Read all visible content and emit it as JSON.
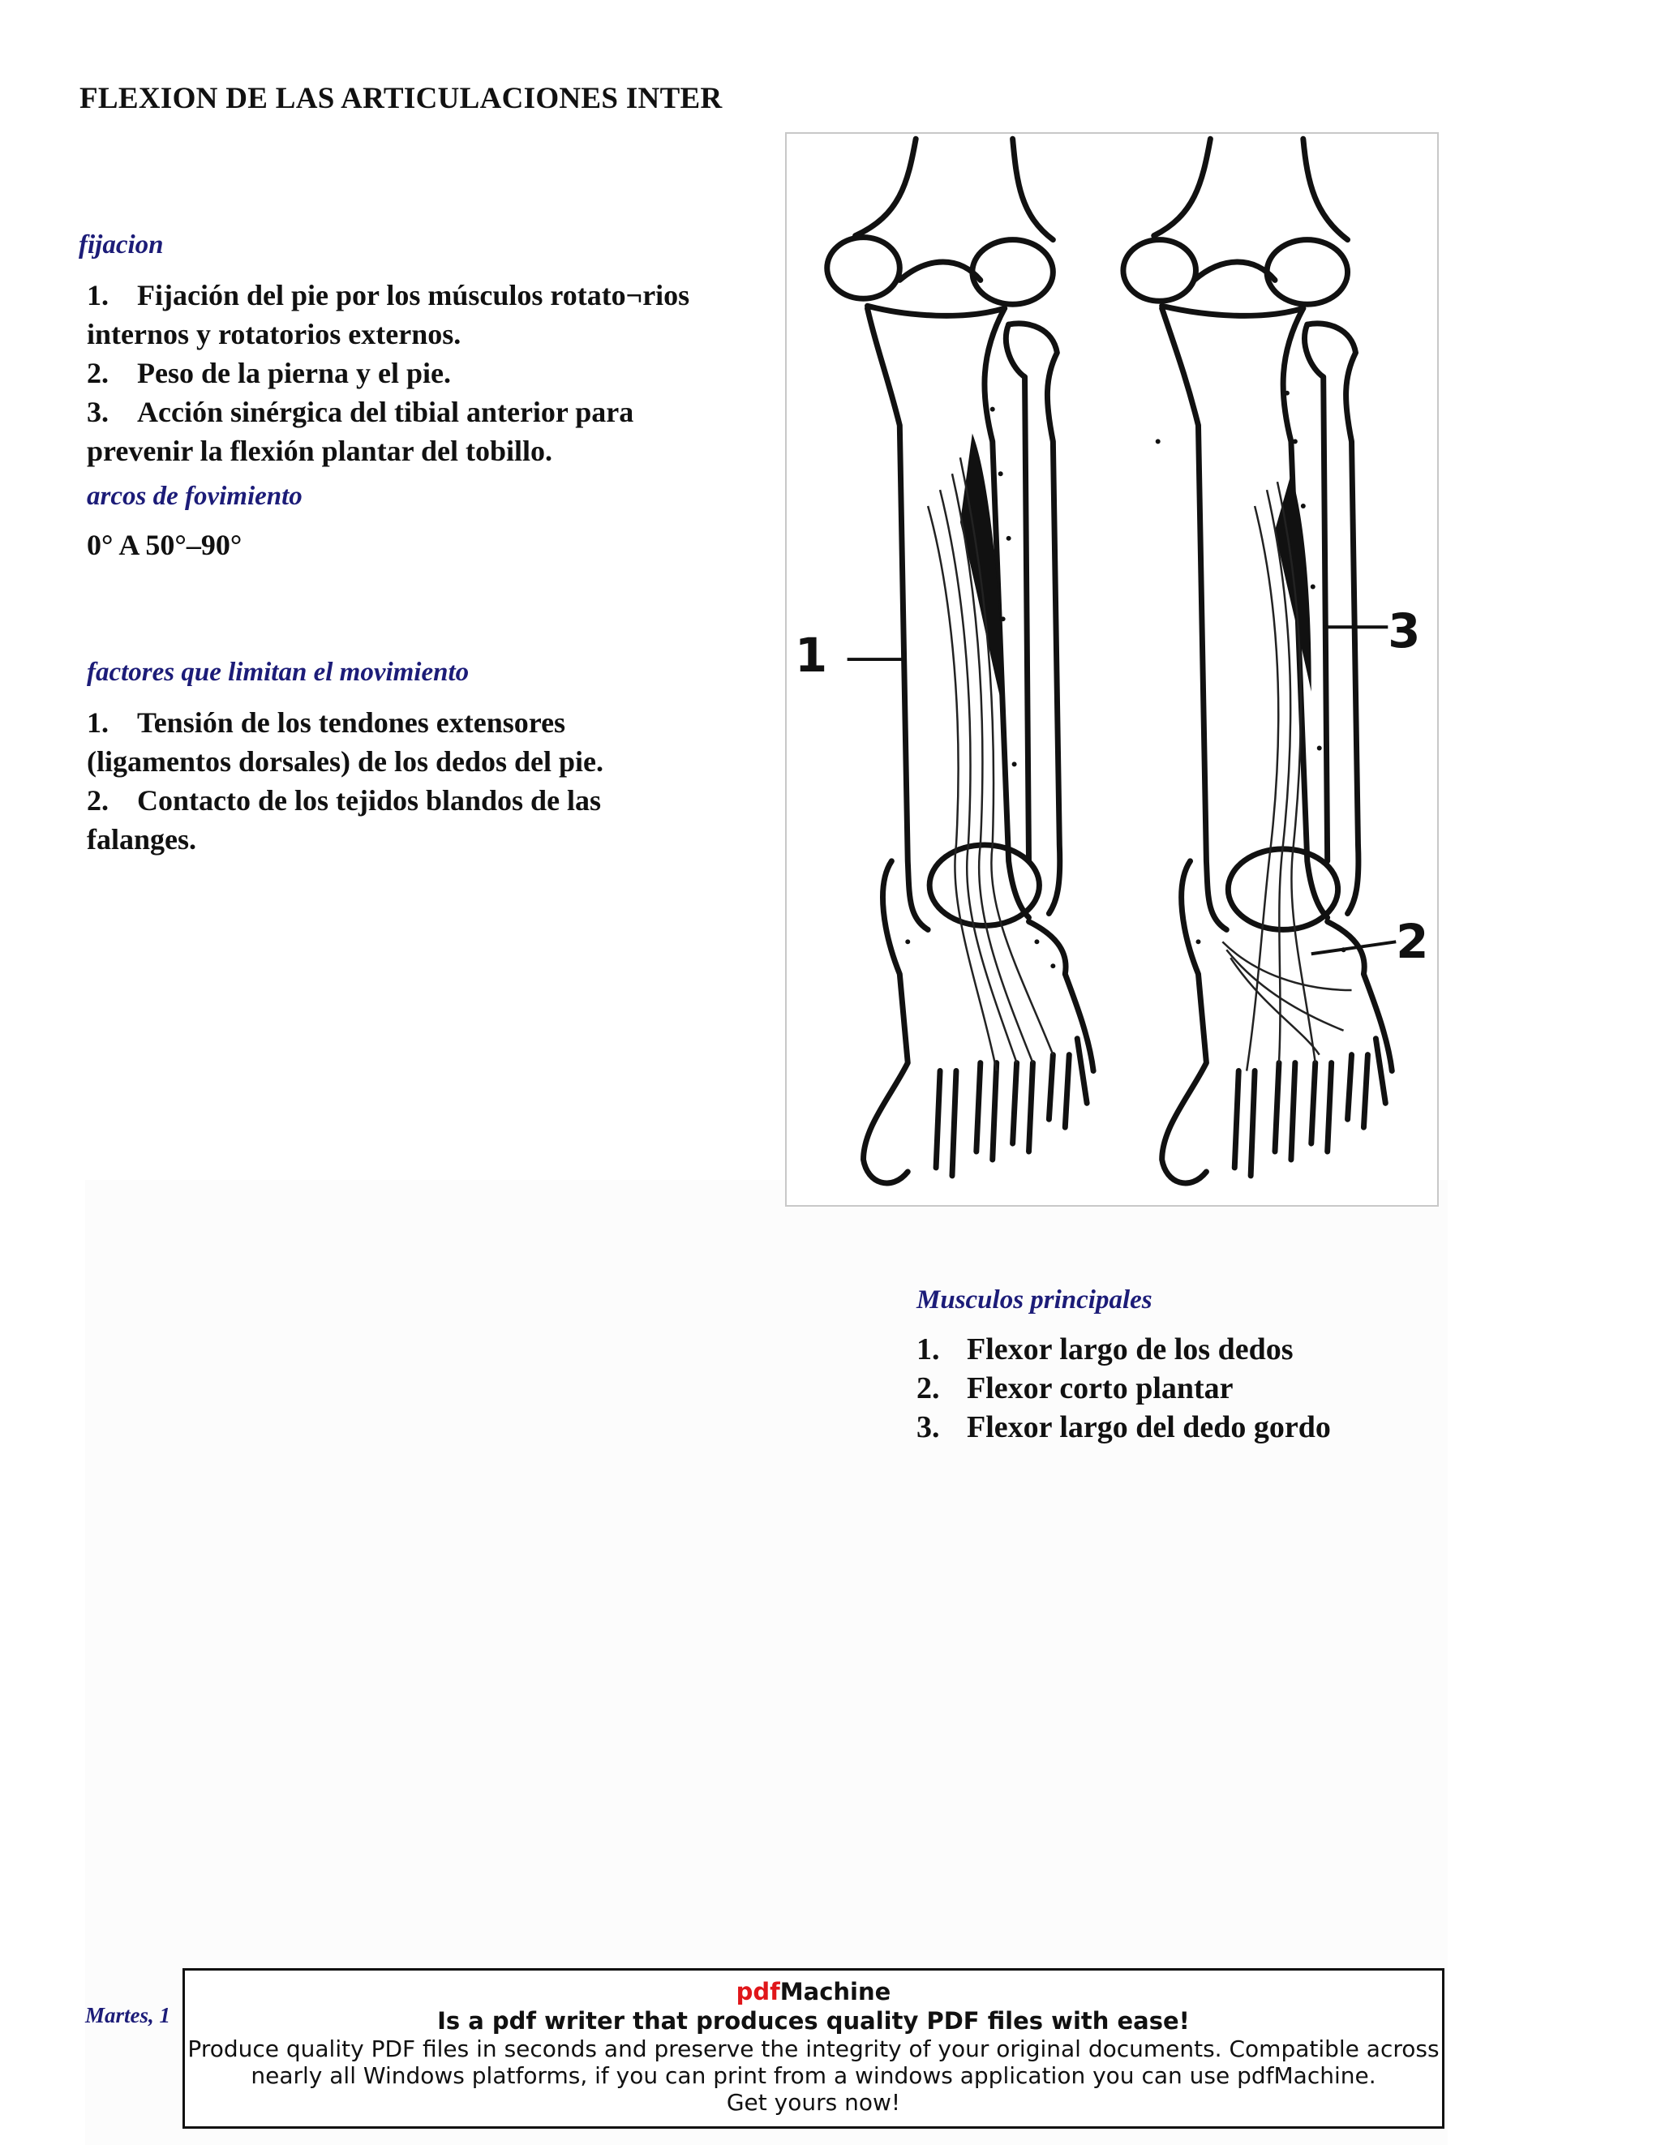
{
  "title": "FLEXION DE LAS ARTICULACIONES INTER",
  "fijacion": {
    "heading": "fijacion",
    "items": [
      {
        "num": "1.",
        "first": "Fijación del pie por los músculos rotato¬rios",
        "cont": "internos y rotatorios externos."
      },
      {
        "num": "2.",
        "first": "Peso de la pierna y el pie."
      },
      {
        "num": "3.",
        "first": "Acción sinérgica del tibial anterior para",
        "cont": "prevenir la flexión plantar del tobillo."
      }
    ]
  },
  "arcos": {
    "heading": "arcos de fovimiento",
    "value": "0° A 50°–90°"
  },
  "factores": {
    "heading": "factores que limitan el movimiento",
    "items": [
      {
        "num": "1.",
        "first": "Tensión de los tendones extensores",
        "cont": "(ligamentos dorsales) de los dedos del pie."
      },
      {
        "num": "2.",
        "first": "Contacto de los tejidos blandos de las",
        "cont": "falanges."
      }
    ]
  },
  "figure": {
    "labels": [
      "1",
      "3",
      "2"
    ]
  },
  "musculos": {
    "heading": "Musculos principales",
    "items": [
      {
        "num": "1.",
        "text": "Flexor largo de los dedos"
      },
      {
        "num": "2.",
        "text": "Flexor corto plantar"
      },
      {
        "num": "3.",
        "text": "Flexor largo del dedo gordo"
      }
    ]
  },
  "footer": {
    "date_fragment": "Martes, 1"
  },
  "ad": {
    "brand_pdf": "pdf",
    "brand_rest": "Machine",
    "tagline": "Is a pdf writer that produces quality PDF files with ease!",
    "line1": "Produce quality PDF files in seconds and preserve the integrity of your original documents. Compatible across",
    "line2": "nearly all Windows platforms, if you can print from a windows application you can use pdfMachine.",
    "line3": "Get yours now!",
    "brand_color": "#e0161a"
  }
}
